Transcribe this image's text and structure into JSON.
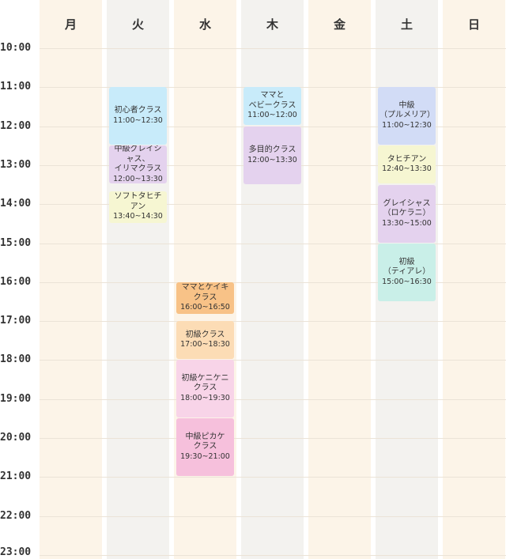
{
  "days": [
    "月",
    "火",
    "水",
    "木",
    "金",
    "土",
    "日"
  ],
  "times": [
    "10:00",
    "11:00",
    "12:00",
    "13:00",
    "14:00",
    "15:00",
    "16:00",
    "17:00",
    "18:00",
    "19:00",
    "20:00",
    "21:00",
    "22:00",
    "23:00"
  ],
  "colors": {
    "light_blue": "#c8ebfa",
    "lavender": "#e4d2ee",
    "light_yellow": "#f6f6d2",
    "blue": "#d2dcf6",
    "mint": "#c9efe8",
    "orange": "#f8c287",
    "peach": "#fcdcb5",
    "pink_light": "#f8d4e8",
    "pink": "#f6c0dc"
  },
  "events": [
    {
      "day": 1,
      "start": "11:00",
      "end": "12:30",
      "name": "初心者クラス",
      "time": "11:00~12:30",
      "color": "light_blue"
    },
    {
      "day": 1,
      "start": "12:30",
      "end": "13:30",
      "name": "中級グレイシャス、\nイリマクラス",
      "time": "12:00~13:30",
      "color": "lavender"
    },
    {
      "day": 1,
      "start": "13:40",
      "end": "14:30",
      "name": "ソフトタヒチアン",
      "time": "13:40~14:30",
      "color": "light_yellow"
    },
    {
      "day": 2,
      "start": "16:00",
      "end": "16:50",
      "name": "ママとケイキクラス",
      "time": "16:00~16:50",
      "color": "orange"
    },
    {
      "day": 2,
      "start": "17:00",
      "end": "18:00",
      "name": "初級クラス",
      "time": "17:00~18:30",
      "color": "peach"
    },
    {
      "day": 2,
      "start": "18:00",
      "end": "19:30",
      "name": "初級ケニケニ\nクラス",
      "time": "18:00~19:30",
      "color": "pink_light"
    },
    {
      "day": 2,
      "start": "19:30",
      "end": "21:00",
      "name": "中級ピカケ\nクラス",
      "time": "19:30~21:00",
      "color": "pink"
    },
    {
      "day": 3,
      "start": "11:00",
      "end": "12:00",
      "name": "ママと\nベビークラス",
      "time": "11:00~12:00",
      "color": "light_blue"
    },
    {
      "day": 3,
      "start": "12:00",
      "end": "13:30",
      "name": "多目的クラス",
      "time": "12:00~13:30",
      "color": "lavender"
    },
    {
      "day": 5,
      "start": "11:00",
      "end": "12:30",
      "name": "中級\n（プルメリア）",
      "time": "11:00~12:30",
      "color": "blue"
    },
    {
      "day": 5,
      "start": "12:30",
      "end": "13:30",
      "name": "タヒチアン",
      "time": "12:40~13:30",
      "color": "light_yellow"
    },
    {
      "day": 5,
      "start": "13:30",
      "end": "15:00",
      "name": "グレイシャス\n（ロケラニ）",
      "time": "13:30~15:00",
      "color": "lavender"
    },
    {
      "day": 5,
      "start": "15:00",
      "end": "16:30",
      "name": "初級\n（ティアレ）",
      "time": "15:00~16:30",
      "color": "mint"
    }
  ]
}
